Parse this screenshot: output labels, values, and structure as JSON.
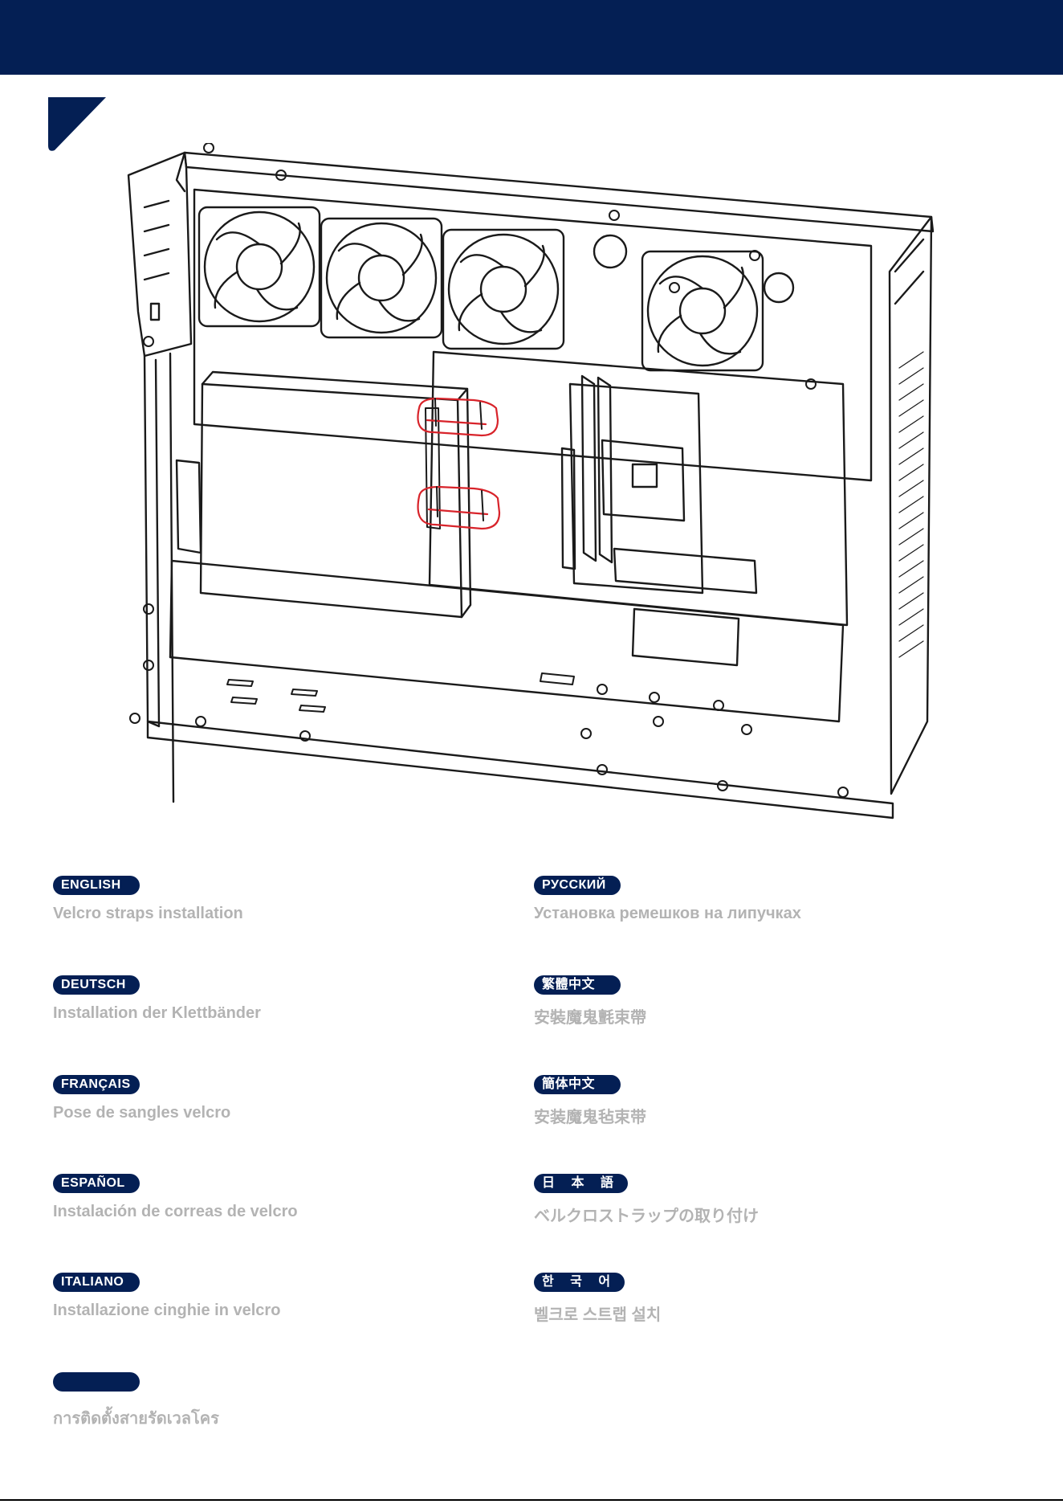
{
  "colors": {
    "header": "#041f54",
    "badge": "#041f54",
    "caption_text": "#b3b3b3",
    "strap_highlight": "#d8232a"
  },
  "illustration": {
    "subject": "computer case interior with four fans, power supply, motherboard and two velcro straps"
  },
  "languages": {
    "left": [
      {
        "badge": "ENGLISH",
        "text": "Velcro straps installation"
      },
      {
        "badge": "DEUTSCH",
        "text": "Installation der Klettbänder"
      },
      {
        "badge": "FRANÇAIS",
        "text": "Pose de sangles velcro"
      },
      {
        "badge": "ESPAÑOL",
        "text": "Instalación de correas de velcro"
      },
      {
        "badge": "ITALIANO",
        "text": "Installazione cinghie in velcro"
      },
      {
        "badge": "",
        "text": "การติดตั้งสายรัดเวลโคร"
      }
    ],
    "right": [
      {
        "badge": "РУССКИЙ",
        "text": "Установка ремешков на липучках"
      },
      {
        "badge": "繁體中文",
        "text": "安裝魔鬼氈束帶"
      },
      {
        "badge": "簡体中文",
        "text": "安装魔鬼毡束带"
      },
      {
        "badge": "日 本 語",
        "text": "ベルクロストラップの取り付け"
      },
      {
        "badge": "한 국 어",
        "text": "벨크로 스트랩 설치"
      }
    ]
  }
}
